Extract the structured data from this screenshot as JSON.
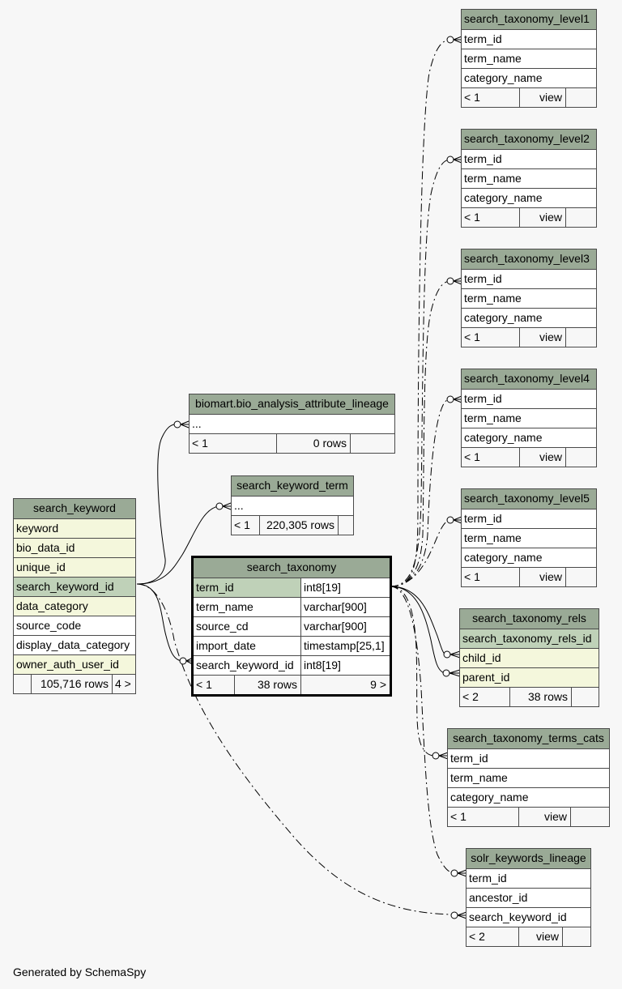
{
  "credit": "Generated by SchemaSpy",
  "tables": {
    "search_keyword": {
      "name": "search_keyword",
      "columns": [
        "keyword",
        "bio_data_id",
        "unique_id",
        "search_keyword_id",
        "data_category",
        "source_code",
        "display_data_category",
        "owner_auth_user_id"
      ],
      "footer": {
        "left": "",
        "rows": "105,716 rows",
        "right": "4 >"
      }
    },
    "lineage": {
      "name": "biomart.bio_analysis_attribute_lineage",
      "columns": [
        "..."
      ],
      "footer": {
        "left": "< 1",
        "rows": "0 rows",
        "right": ""
      }
    },
    "keyword_term": {
      "name": "search_keyword_term",
      "columns": [
        "..."
      ],
      "footer": {
        "left": "< 1",
        "rows": "220,305 rows",
        "right": ""
      }
    },
    "search_taxonomy": {
      "name": "search_taxonomy",
      "columns": [
        {
          "name": "term_id",
          "type": "int8[19]"
        },
        {
          "name": "term_name",
          "type": "varchar[900]"
        },
        {
          "name": "source_cd",
          "type": "varchar[900]"
        },
        {
          "name": "import_date",
          "type": "timestamp[25,1]"
        },
        {
          "name": "search_keyword_id",
          "type": "int8[19]"
        }
      ],
      "footer": {
        "left": "< 1",
        "rows": "38 rows",
        "right": "9 >"
      }
    },
    "level1": {
      "name": "search_taxonomy_level1",
      "columns": [
        "term_id",
        "term_name",
        "category_name"
      ],
      "footer": {
        "left": "< 1",
        "rows": "view",
        "right": ""
      }
    },
    "level2": {
      "name": "search_taxonomy_level2",
      "columns": [
        "term_id",
        "term_name",
        "category_name"
      ],
      "footer": {
        "left": "< 1",
        "rows": "view",
        "right": ""
      }
    },
    "level3": {
      "name": "search_taxonomy_level3",
      "columns": [
        "term_id",
        "term_name",
        "category_name"
      ],
      "footer": {
        "left": "< 1",
        "rows": "view",
        "right": ""
      }
    },
    "level4": {
      "name": "search_taxonomy_level4",
      "columns": [
        "term_id",
        "term_name",
        "category_name"
      ],
      "footer": {
        "left": "< 1",
        "rows": "view",
        "right": ""
      }
    },
    "level5": {
      "name": "search_taxonomy_level5",
      "columns": [
        "term_id",
        "term_name",
        "category_name"
      ],
      "footer": {
        "left": "< 1",
        "rows": "view",
        "right": ""
      }
    },
    "rels": {
      "name": "search_taxonomy_rels",
      "columns": [
        "search_taxonomy_rels_id",
        "child_id",
        "parent_id"
      ],
      "footer": {
        "left": "< 2",
        "rows": "38 rows",
        "right": ""
      }
    },
    "terms_cats": {
      "name": "search_taxonomy_terms_cats",
      "columns": [
        "term_id",
        "term_name",
        "category_name"
      ],
      "footer": {
        "left": "< 1",
        "rows": "view",
        "right": ""
      }
    },
    "solr": {
      "name": "solr_keywords_lineage",
      "columns": [
        "term_id",
        "ancestor_id",
        "search_keyword_id"
      ],
      "footer": {
        "left": "< 2",
        "rows": "view",
        "right": ""
      }
    }
  },
  "colors": {
    "header": "#9aaa96",
    "primary_key": "#bfd1b8",
    "indexed": "#f4f7dc",
    "background": "#f7f7f7"
  }
}
